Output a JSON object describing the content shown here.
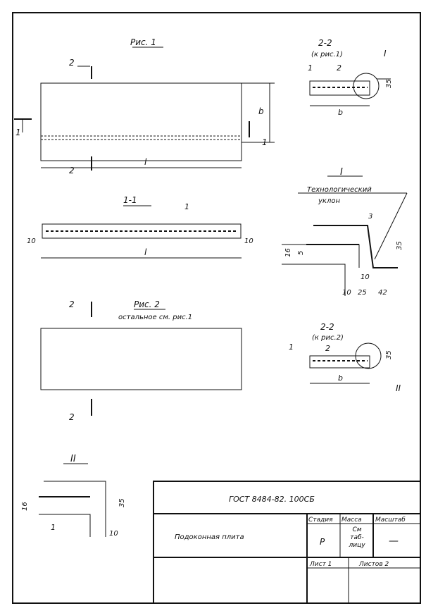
{
  "fig1": {
    "title": "Рис. 1",
    "section_mark": "2",
    "section_mark_b": "2",
    "side_mark_l": "1",
    "side_mark_r": "1",
    "dim_l": "l",
    "dim_b": "b"
  },
  "sec22a": {
    "title": "2-2",
    "subtitle": "(к рис.1)",
    "callout": "I",
    "pos1": "1",
    "pos2": "2",
    "dim35": "35",
    "dim_b": "b"
  },
  "sec11": {
    "title": "1-1",
    "pos1": "1",
    "dim10l": "10",
    "dim10r": "10",
    "dim_l": "l"
  },
  "detailI": {
    "title": "I",
    "note_line1": "Технологический",
    "note_line2": "уклон",
    "d3": "3",
    "d35": "35",
    "d16": "16",
    "d5": "5",
    "d10a": "10",
    "d10b": "10",
    "d25": "25",
    "d42": "42"
  },
  "fig2": {
    "title": "Рис. 2",
    "subtitle": "остальное см. рис.1",
    "mark_top": "2",
    "mark_bottom": "2"
  },
  "sec22b": {
    "title": "2-2",
    "subtitle": "(к рис.2)",
    "pos1": "1",
    "pos2": "2",
    "dim35": "35",
    "dim_b": "b",
    "callout": "II"
  },
  "detailII": {
    "title": "II",
    "d35": "35",
    "d16": "16",
    "pos1": "1",
    "d10": "10"
  },
  "title_block": {
    "designation": "ГОСТ 8484-82. 100СБ",
    "name": "Подоконная плита",
    "stage_header": "Стадия",
    "mass_header": "Масса",
    "scale_header": "Масштаб",
    "stage": "Р",
    "mass": "См таб- лицу",
    "scale": "—",
    "sheet": "Лист 1",
    "sheets": "Листов 2"
  }
}
